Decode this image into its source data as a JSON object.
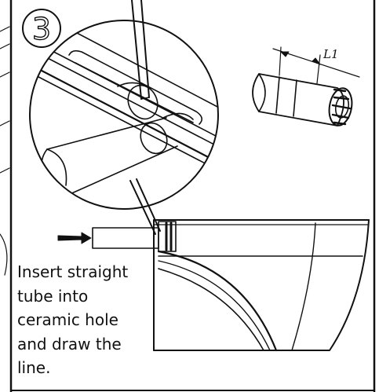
{
  "step": {
    "number": "3"
  },
  "dimension": {
    "label": "L1"
  },
  "instruction": {
    "text": "Insert straight\ntube into\nceramic hole\nand draw the\nline."
  }
}
